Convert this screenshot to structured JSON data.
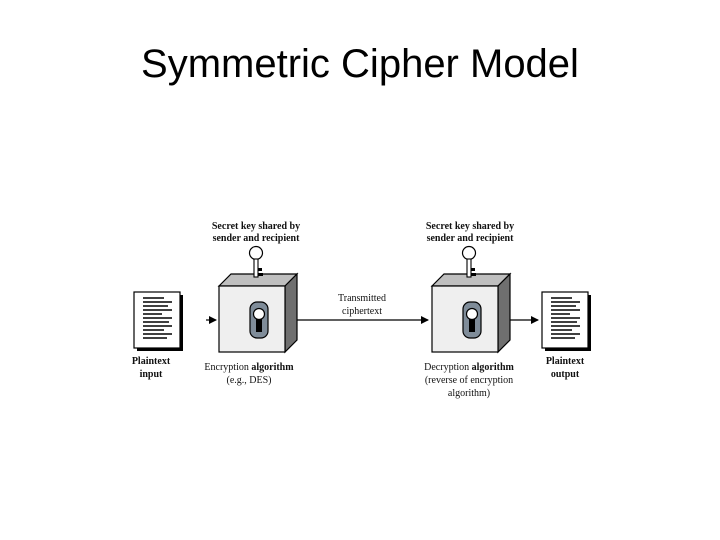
{
  "title": "Symmetric Cipher Model",
  "diagram": {
    "key_left": {
      "line1": "Secret key shared by",
      "line2_normal": "sender and ",
      "line2_bold": "recipient"
    },
    "key_right": {
      "line1": "Secret key shared by",
      "line2_normal": "sender and ",
      "line2_bold": "recipient"
    },
    "transmitted": {
      "line1": "Transmitted",
      "line2": "ciphertext"
    },
    "plaintext_input": {
      "line1": "Plaintext",
      "line2": "input"
    },
    "plaintext_output": {
      "line1": "Plaintext",
      "line2": "output"
    },
    "encryption": {
      "line1_normal": "Encryption ",
      "line1_bold": "algorithm",
      "line2": "(e.g., DES)"
    },
    "decryption": {
      "line1_normal": "Decryption ",
      "line1_bold": "algorithm",
      "line2": "(reverse of encryption",
      "line3": "algorithm)"
    }
  }
}
